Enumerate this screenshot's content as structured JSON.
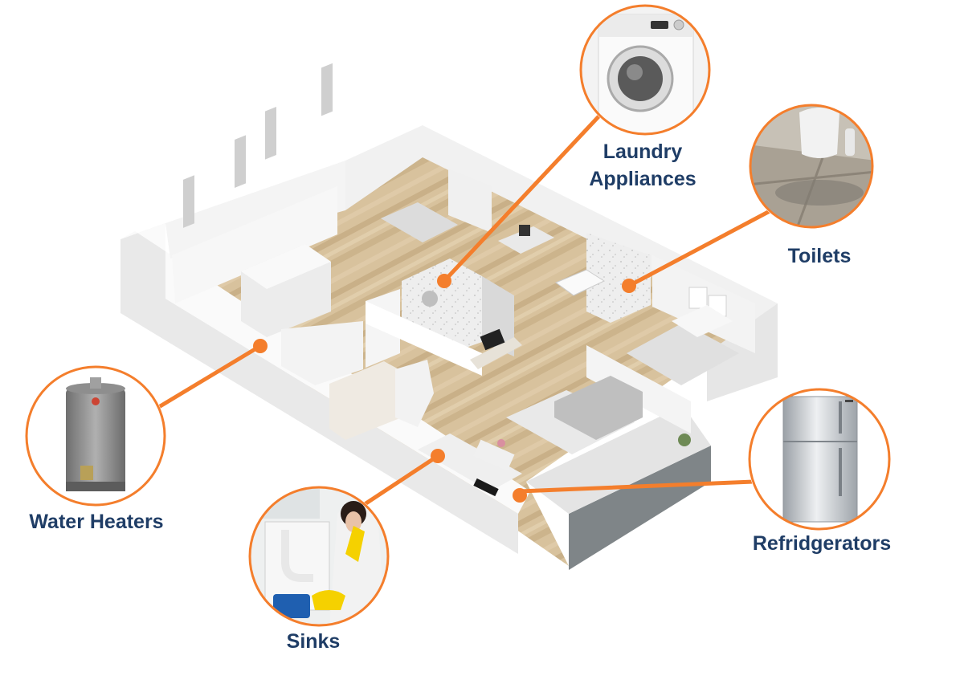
{
  "colors": {
    "accent": "#f47e2c",
    "label": "#1f3d66",
    "wall": "#f2f2f2",
    "floor": "#d3bc97"
  },
  "callouts": [
    {
      "id": "laundry",
      "lines": [
        "Laundry",
        "Appliances"
      ],
      "icon": "washing-machine-icon"
    },
    {
      "id": "toilets",
      "lines": [
        "Toilets"
      ],
      "icon": "toilet-icon"
    },
    {
      "id": "water-heaters",
      "lines": [
        "Water Heaters"
      ],
      "icon": "water-heater-icon"
    },
    {
      "id": "sinks",
      "lines": [
        "Sinks"
      ],
      "icon": "sink-leak-icon"
    },
    {
      "id": "refrigerators",
      "lines": [
        "Refridgerators"
      ],
      "icon": "refrigerator-icon"
    }
  ]
}
